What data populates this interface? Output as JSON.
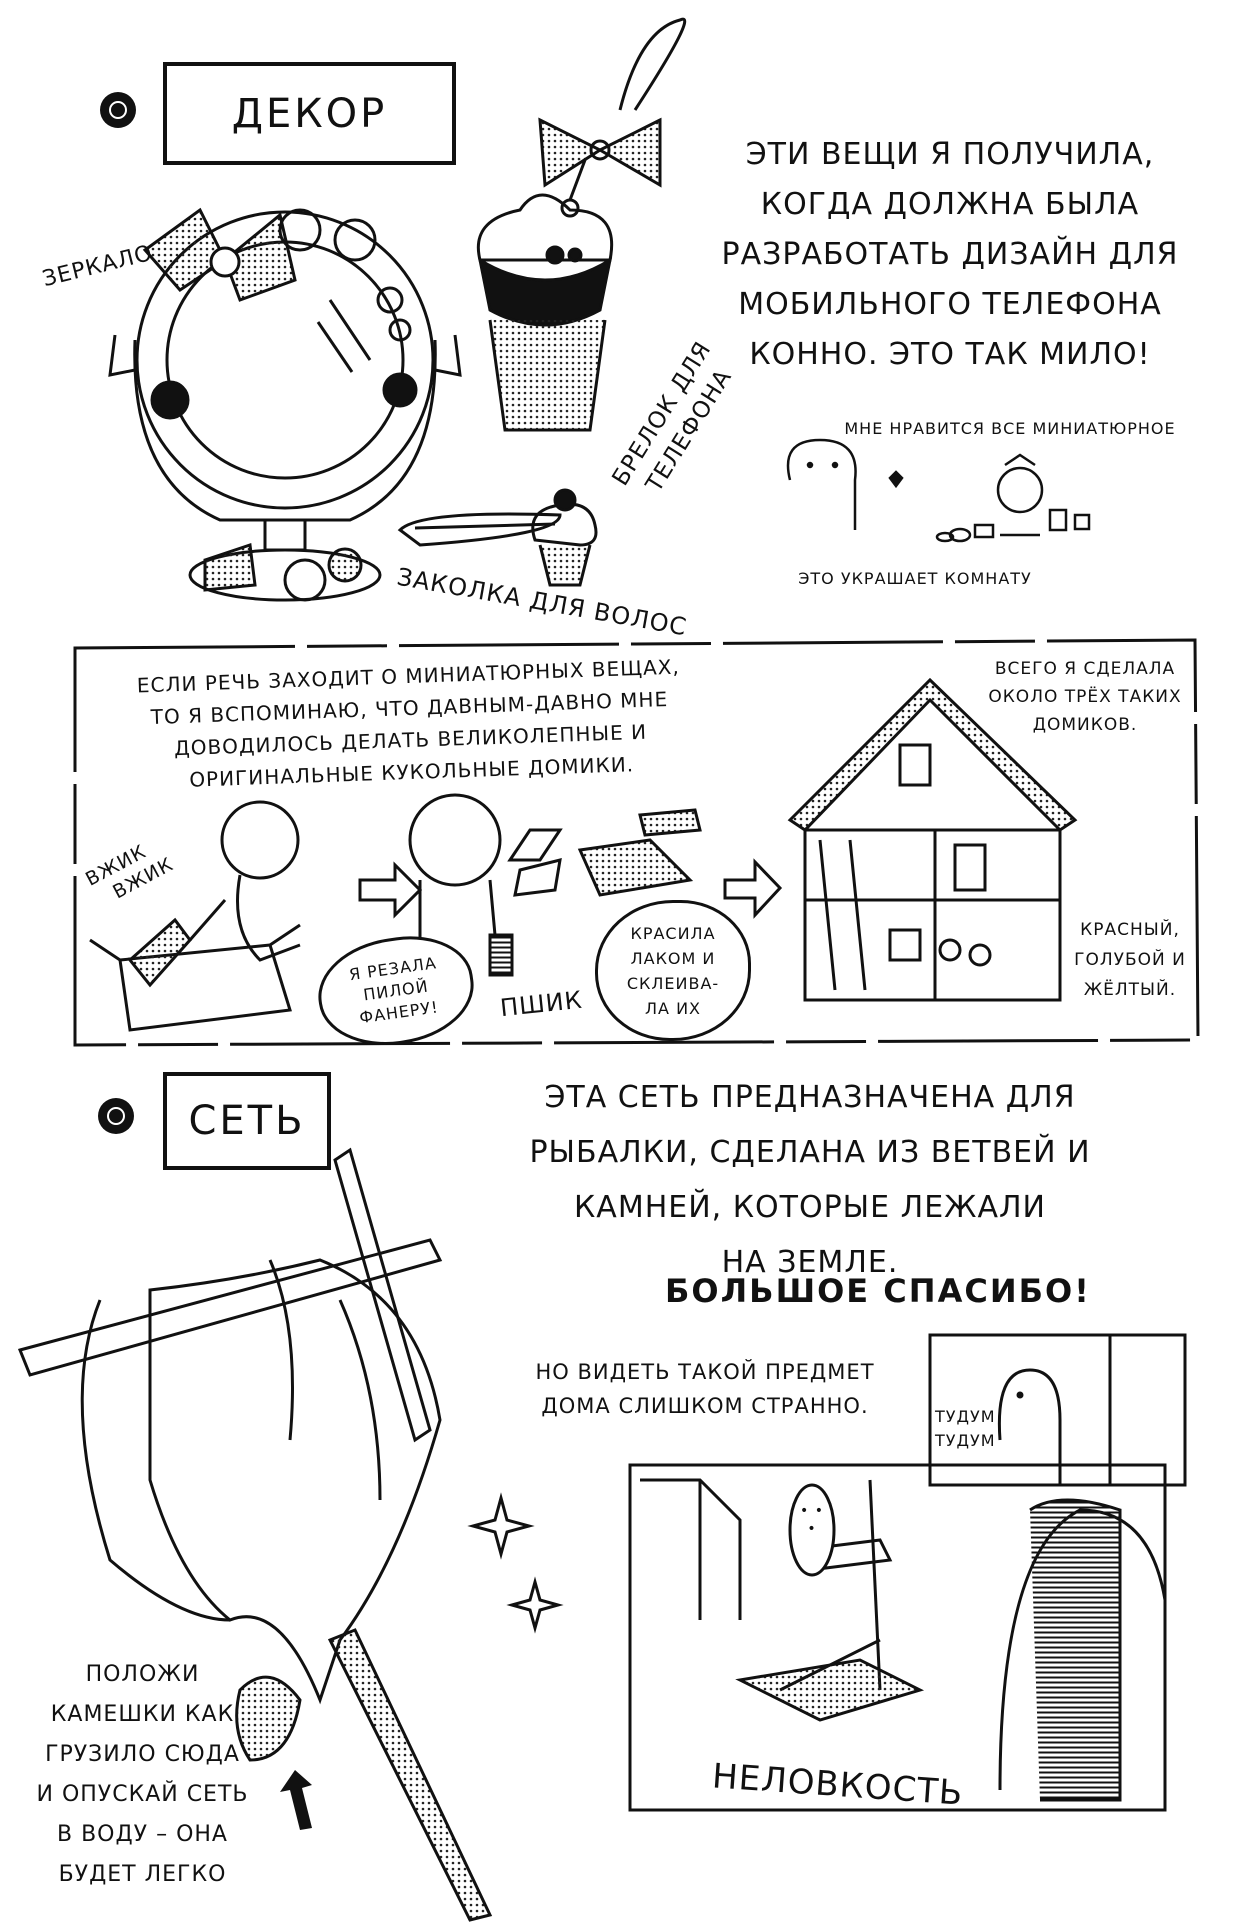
{
  "decor": {
    "heading": "ДЕКОР",
    "label_mirror": "ЗЕРКАЛО",
    "label_charm": [
      "БРЕЛОК ДЛЯ",
      "ТЕЛЕФОНА"
    ],
    "label_hairclip": "ЗАКОЛКА ДЛЯ ВОЛОС",
    "intro_lines": [
      "ЭТИ ВЕЩИ Я ПОЛУЧИЛА,",
      "КОГДА ДОЛЖНА БЫЛА",
      "РАЗРАБОТАТЬ ДИЗАЙН ДЛЯ",
      "МОБИЛЬНОГО ТЕЛЕФОНА",
      "КОННО. ЭТО ТАК МИЛО!"
    ],
    "likes_minis": "МНЕ НРАВИТСЯ ВСЕ МИНИАТЮРНОЕ",
    "decorates_room": "ЭТО УКРАШАЕТ КОМНАТУ"
  },
  "dollhouse": {
    "memory_lines": [
      "ЕСЛИ РЕЧЬ ЗАХОДИТ О МИНИАТЮРНЫХ ВЕЩАХ,",
      "ТО Я ВСПОМИНАЮ, ЧТО ДАВНЫМ-ДАВНО МНЕ",
      "ДОВОДИЛОСЬ ДЕЛАТЬ ВЕЛИКОЛЕПНЫЕ И",
      "ОРИГИНАЛЬНЫЕ КУКОЛЬНЫЕ ДОМИКИ."
    ],
    "count_lines": [
      "ВСЕГО Я СДЕЛАЛА",
      "ОКОЛО ТРЁХ ТАКИХ",
      "ДОМИКОВ."
    ],
    "sfx_saw": [
      "ВЖИК",
      "ВЖИК"
    ],
    "bubble_saw": [
      "Я РЕЗАЛА",
      "ПИЛОЙ",
      "ФАНЕРУ!"
    ],
    "sfx_spray": "ПШИК",
    "bubble_paint": [
      "КРАСИЛА",
      "ЛАКОМ И",
      "СКЛЕИВА-",
      "ЛА ИХ"
    ],
    "colors_lines": [
      "КРАСНЫЙ,",
      "ГОЛУБОЙ И",
      "ЖЁЛТЫЙ."
    ]
  },
  "net": {
    "heading": "СЕТЬ",
    "desc_lines": [
      "ЭТА СЕТЬ ПРЕДНАЗНАЧЕНА ДЛЯ",
      "РЫБАЛКИ, СДЕЛАНА ИЗ ВЕТВЕЙ И",
      "КАМНЕЙ, КОТОРЫЕ ЛЕЖАЛИ",
      "НА ЗЕМЛЕ."
    ],
    "thanks": "БОЛЬШОЕ СПАСИБО!",
    "strange_lines": [
      "НО ВИДЕТЬ ТАКОЙ ПРЕДМЕТ",
      "ДОМА СЛИШКОМ СТРАННО."
    ],
    "sfx_tudum": [
      "ТУДУМ",
      "ТУДУМ"
    ],
    "ellipsis": "• • •",
    "awkward": "НЕЛОВКОСТЬ",
    "instruction_lines": [
      "ПОЛОЖИ",
      "КАМЕШКИ КАК",
      "ГРУЗИЛО СЮДА",
      "И ОПУСКАЙ СЕТЬ",
      "В ВОДУ – ОНА",
      "БУДЕТ ЛЕГКО"
    ]
  }
}
